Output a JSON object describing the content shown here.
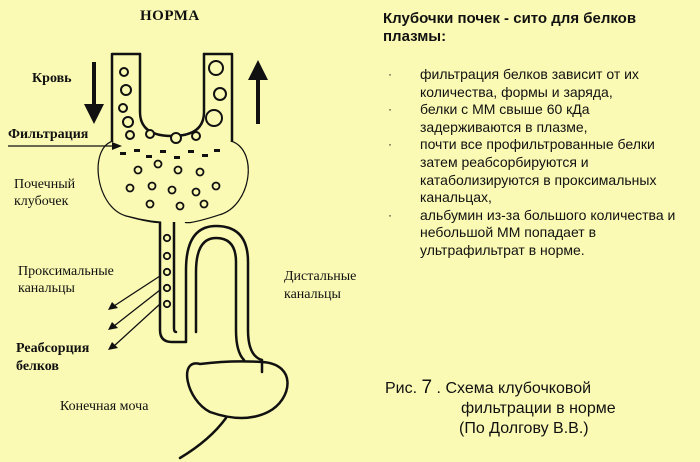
{
  "diagram": {
    "title": "НОРМА",
    "labels": {
      "blood": "Кровь",
      "filtration": "Фильтрация",
      "glomerulus_line1": "Почечный",
      "glomerulus_line2": "клубочек",
      "proximal_line1": "Проксимальные",
      "proximal_line2": "канальцы",
      "distal_line1": "Дистальные",
      "distal_line2": "канальцы",
      "reabsorption_line1": "Реабсорция",
      "reabsorption_line2": "белков",
      "urine": "Конечная моча"
    }
  },
  "text_panel": {
    "heading": "Клубочки почек - сито для белков плазмы:",
    "bullet_symbol": "·",
    "bullets": [
      "фильтрация белков зависит от их количества, формы и заряда,",
      "белки с ММ свыше 60 кДа задерживаются в плазме,",
      "почти все профильтрованные белки затем реабсорбируются и катаболизируются в проксимальных канальцах,",
      "альбумин из-за большого количества и небольшой ММ попадает в ультрафильтрат в норме."
    ]
  },
  "caption": {
    "prefix": "Рис.",
    "number": "7",
    "line1": ". Схема клубочковой",
    "line2": "фильтрации в норме",
    "line3": "(По Долгову В.В.)"
  }
}
